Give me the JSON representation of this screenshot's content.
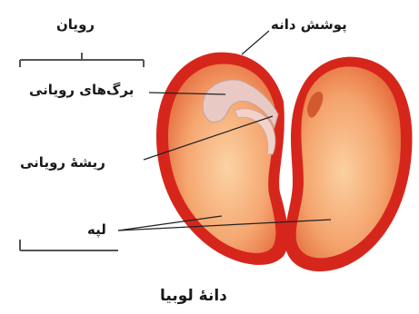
{
  "labels": {
    "embryo": "رویان",
    "seed_coat": "پوشش دانه",
    "embryonic_leaves": "برگ‌های رویانی",
    "plumule": "ریشهٔ رویانی",
    "cotyledon": "لپه"
  },
  "caption": "دانهٔ لوبیا",
  "colors": {
    "seed_coat_red": "#d6261c",
    "cotyledon_fill": "#f7b07a",
    "leaf_pink": "#e8c9c4",
    "leader_line": "#222222"
  }
}
